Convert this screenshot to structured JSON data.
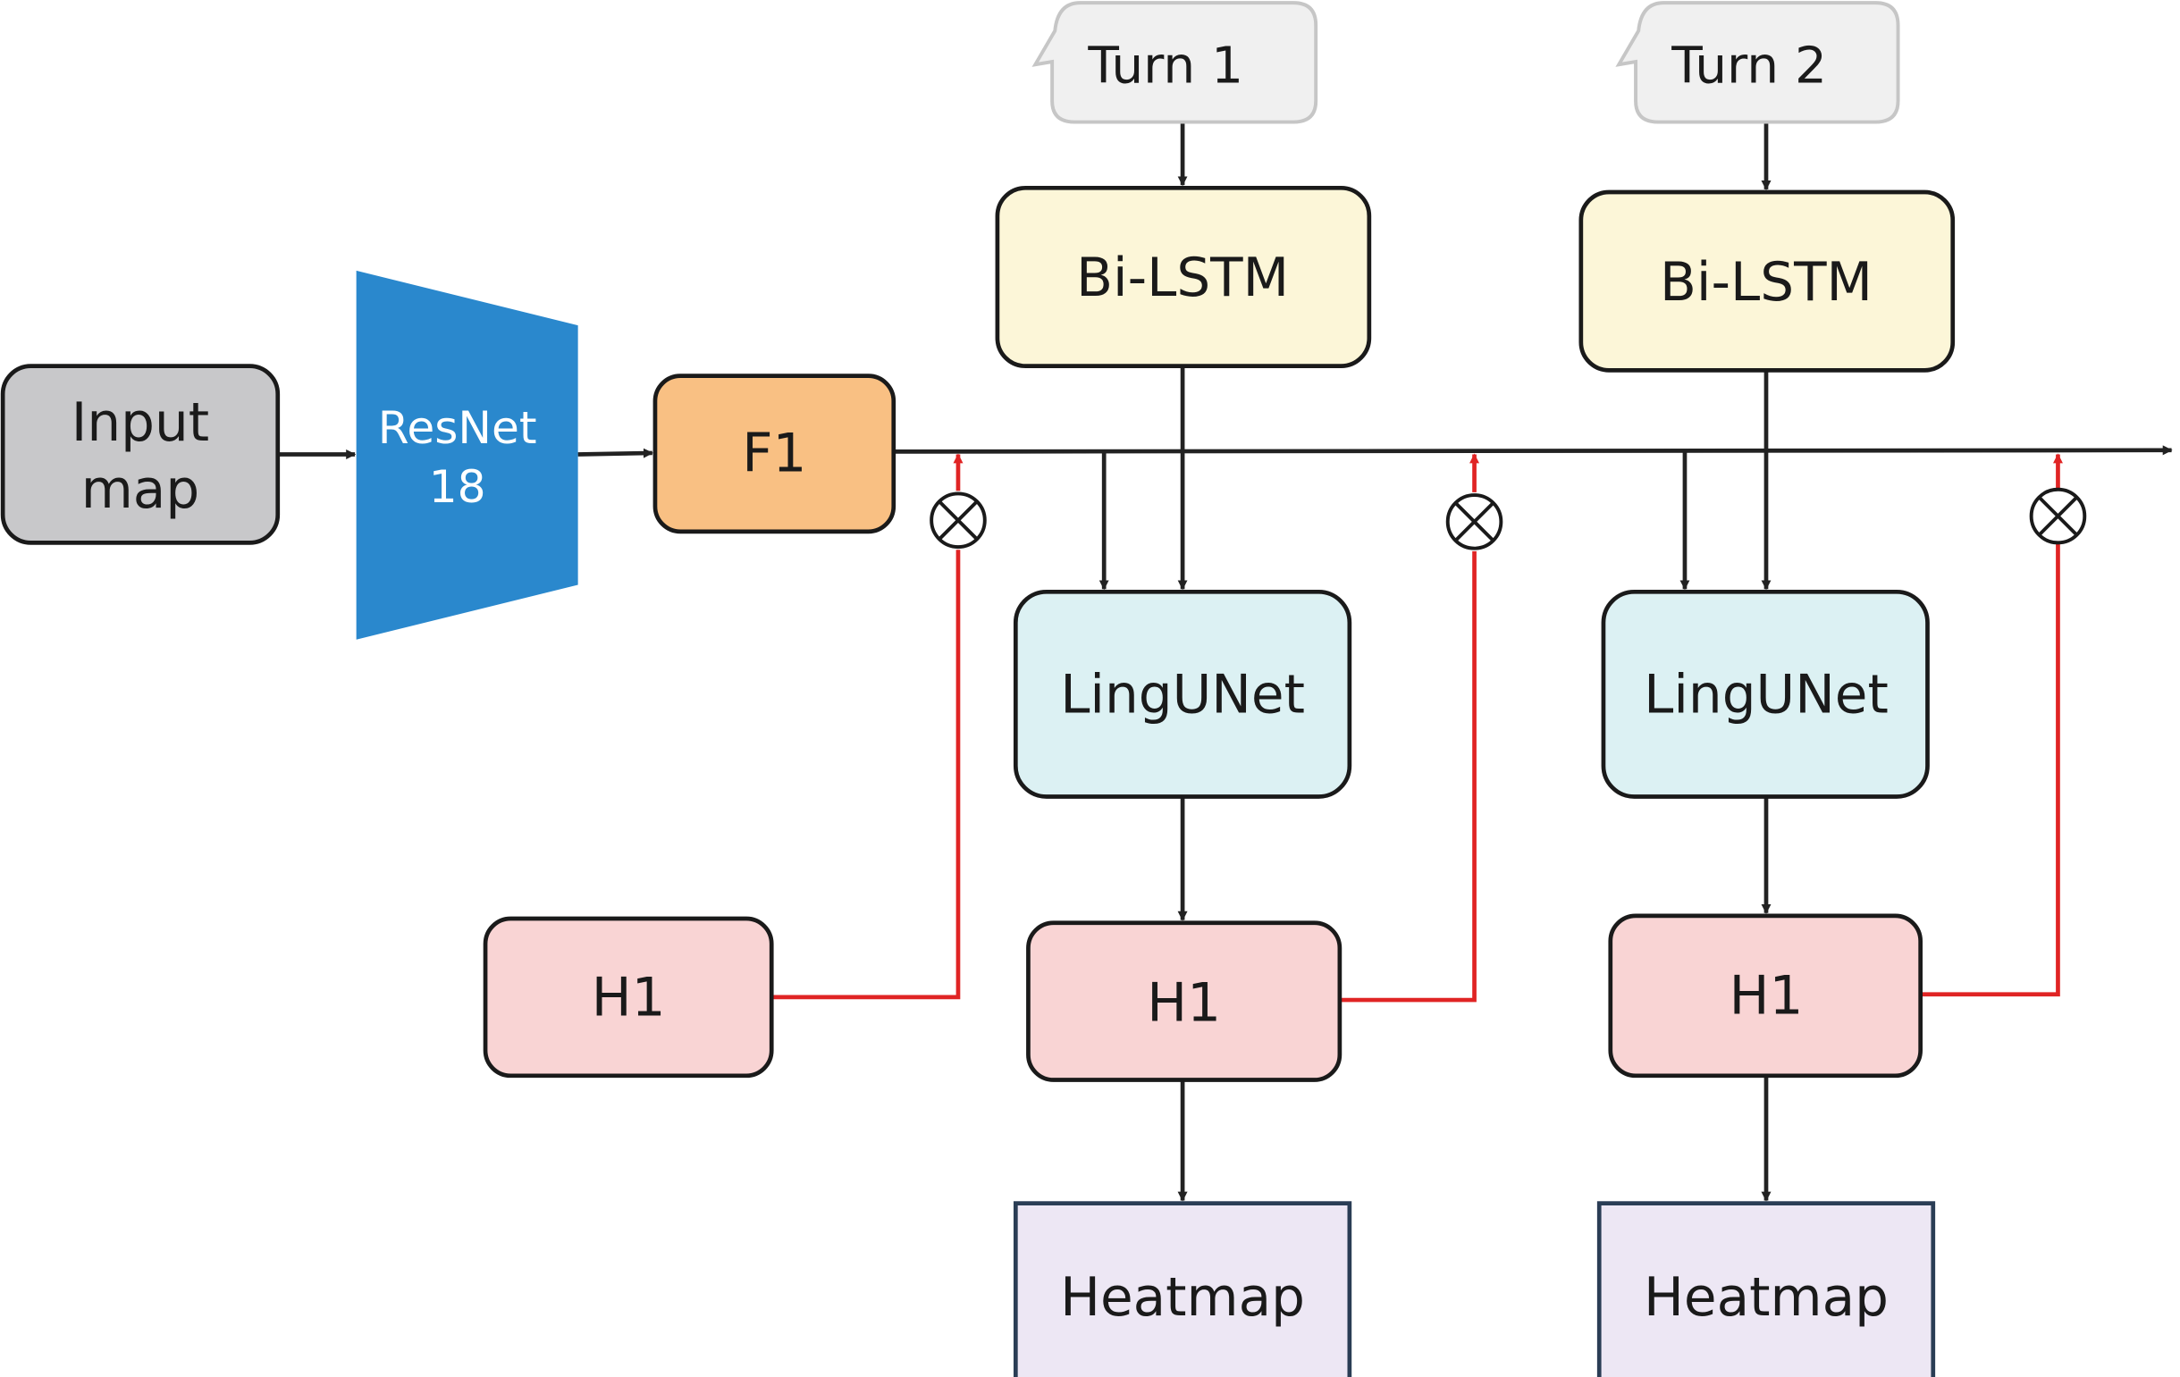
{
  "colors": {
    "input_fill": "#c8c8ca",
    "resnet_fill": "#2a88cd",
    "f1_fill": "#f9c083",
    "bilstm_fill": "#fcf6d8",
    "lingunet_fill": "#dcf1f3",
    "h1_fill": "#f9d4d4",
    "heatmap_fill": "#ede7f4",
    "heatmap_stroke": "#2a3d55",
    "turn_fill": "#f0f0f0",
    "turn_stroke": "#c6c6c6",
    "box_stroke": "#1a1a1a",
    "arrow_black": "#222222",
    "arrow_red": "#e02424"
  },
  "nodes": {
    "input_line1": "Input",
    "input_line2": "map",
    "resnet_line1": "ResNet",
    "resnet_line2": "18",
    "f1": "F1",
    "turn1": "Turn 1",
    "turn2": "Turn 2",
    "bilstm1": "Bi-LSTM",
    "bilstm2": "Bi-LSTM",
    "lingunet1": "LingUNet",
    "lingunet2": "LingUNet",
    "h1_a": "H1",
    "h1_b": "H1",
    "h1_c": "H1",
    "heatmap1": "Heatmap",
    "heatmap2": "Heatmap"
  },
  "icons": {
    "multiply": "otimes-icon"
  }
}
